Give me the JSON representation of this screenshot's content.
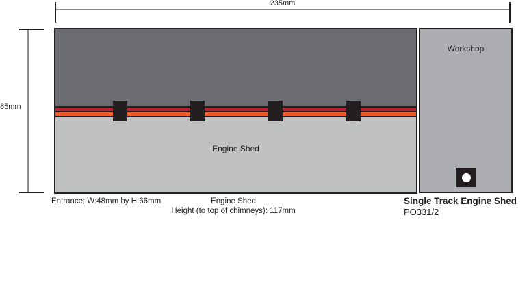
{
  "product": {
    "title": "Single Track Engine Shed",
    "code": "PO331/2"
  },
  "dimensions": {
    "width": "235mm",
    "depth": "85mm"
  },
  "engine_shed": {
    "label": "Engine Shed",
    "entrance_note": "Entrance: W:48mm by H:66mm",
    "caption_title": "Engine Shed",
    "caption_height": "Height (to top of chimneys): 117mm",
    "chimney_count": 4
  },
  "workshop": {
    "label": "Workshop"
  },
  "colors": {
    "roof_gray": "#6B6D70",
    "shed_gray": "#BFC1C3",
    "workshop_gray": "#ACAEB1",
    "track_red": "#BE1E2D",
    "track_orange": "#F15A29",
    "outline": "#231F20",
    "dimension_line": "#8C8E90"
  }
}
